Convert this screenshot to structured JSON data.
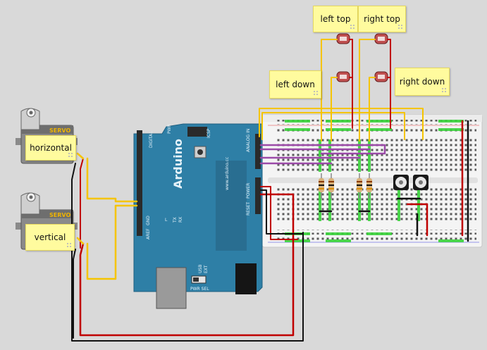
{
  "notes": {
    "horizontal": "horizontal",
    "vertical": "vertical",
    "left_top": "left top",
    "right_top": "right top",
    "left_down": "left down",
    "right_down": "right down"
  },
  "servo_label": "SERVO",
  "arduino": {
    "brand": "Arduino",
    "url": "www.arduino.cc",
    "digital_label": "DIGITAL",
    "analog_label": "ANALOG IN",
    "power_label": "POWER",
    "icsp_label": "ICSP",
    "aref_label": "AREF",
    "gnd_label": "GND",
    "tx_label": "TX",
    "rx_label": "RX",
    "pwr_label": "PWR",
    "l_label": "L",
    "usb_label": "USB",
    "ext_label": "EXT",
    "pwr_sel_label": "PWR SEL",
    "reset_label": "RESET"
  },
  "colors": {
    "wire_yellow": "#f5c400",
    "wire_red": "#c00000",
    "wire_black": "#111111",
    "wire_purple": "#9b4aa8",
    "arduino_blue": "#2e7fa6",
    "note_yellow": "#fffb9e"
  }
}
